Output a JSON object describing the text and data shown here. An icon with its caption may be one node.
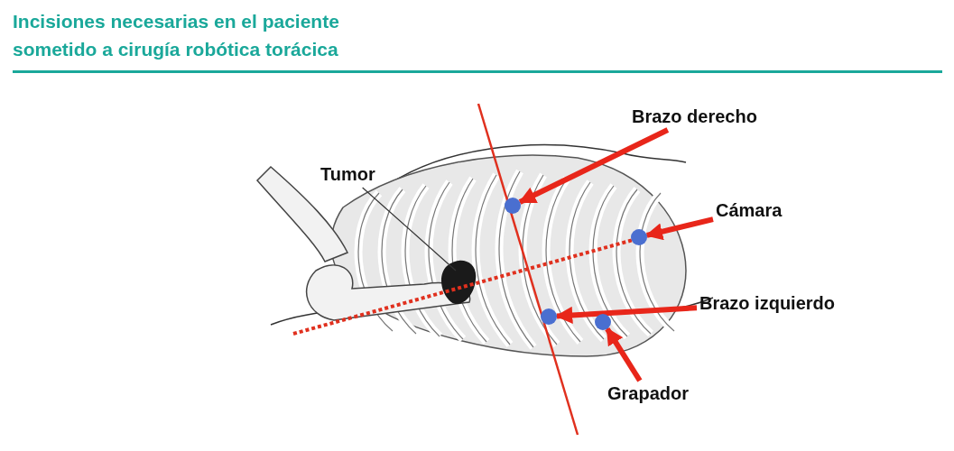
{
  "diagram": {
    "title": "Incisiones necesarias en el paciente sometido a cirugía robótica torácica",
    "nodes": [
      {
        "text": [
          "Tumor"
        ]
      },
      {
        "text": [
          "Brazo derecho"
        ]
      },
      {
        "text": [
          "Cámara"
        ]
      },
      {
        "text": [
          "Brazo izquierdo"
        ]
      },
      {
        "text": [
          "Grapador"
        ]
      },
      {
        "text": [],
        "shape": "circle"
      },
      {
        "text": [],
        "shape": "circle"
      },
      {
        "text": [],
        "shape": "circle"
      },
      {
        "text": [],
        "shape": "circle"
      }
    ],
    "edges": [
      {
        "from": 0,
        "to": null,
        "arrow": "none",
        "color": "#333333"
      },
      {
        "from": 1,
        "to": 5,
        "arrow": "to"
      },
      {
        "from": 2,
        "to": 8,
        "arrow": "to"
      },
      {
        "from": 3,
        "to": 6,
        "arrow": "to"
      },
      {
        "from": 4,
        "to": 7,
        "arrow": "to"
      }
    ]
  }
}
